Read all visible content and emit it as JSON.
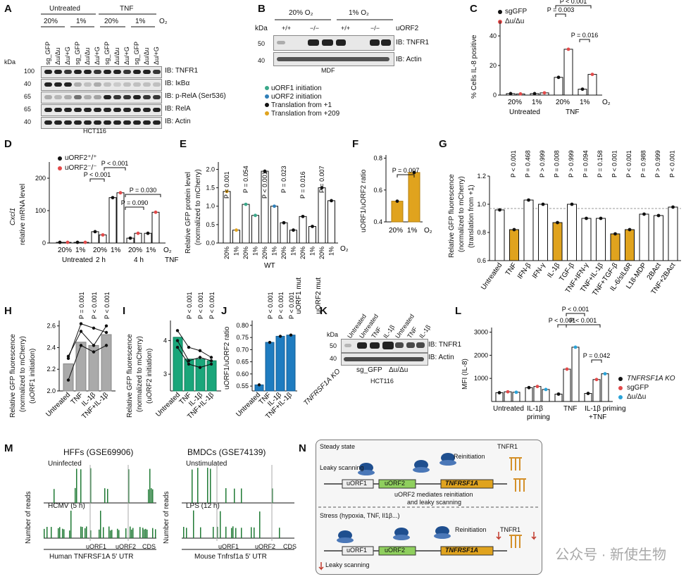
{
  "panelA": {
    "letter": "A",
    "untreated": "Untreated",
    "tnf": "TNF",
    "o2_20": "20%",
    "o2_1": "1%",
    "o2": "O₂",
    "lanes": [
      "sg_GFP",
      "Δu/Δu",
      "Δu/+G",
      "sg_GFP",
      "Δu/Δu",
      "Δu/+G",
      "sg_GFP",
      "Δu/Δu",
      "Δu/+G",
      "sg_GFP",
      "Δu/Δu",
      "Δu/+G"
    ],
    "kda": "kDa",
    "markers": [
      "100",
      "40",
      "65",
      "65",
      "40"
    ],
    "blots": [
      "IB: TNFR1",
      "IB: IκBα",
      "IB: p-RelA (Ser536)",
      "IB: RelA",
      "IB: Actin"
    ],
    "cell": "HCT116"
  },
  "panelB": {
    "letter": "B",
    "o2_20": "20% O₂",
    "o2_1": "1% O₂",
    "uorf": "uORF2",
    "geno": [
      "+/+",
      "−/−",
      "+/+",
      "−/−"
    ],
    "kda": "kDa",
    "markers": [
      "50",
      "40"
    ],
    "blots": [
      "IB: TNFR1",
      "IB: Actin"
    ],
    "cell": "MDF"
  },
  "legendE": {
    "items": [
      {
        "label": "uORF1 initiation",
        "color": "#3aa88a"
      },
      {
        "label": "uORF2 initiation",
        "color": "#2f7fb8"
      },
      {
        "label": "Translation from +1",
        "color": "#111111"
      },
      {
        "label": "Translation from +209",
        "color": "#e0a31e"
      }
    ]
  },
  "panelC": {
    "letter": "C",
    "ylabel": "% Cells IL-8 positive",
    "legend": [
      "sgGFP",
      "Δu/Δu"
    ],
    "yticks": [
      "0",
      "20",
      "40"
    ],
    "p1": "P < 0.001",
    "p2": "P = 0.003",
    "p3": "P = 0.016",
    "x": [
      "20%",
      "1%",
      "20%",
      "1%"
    ],
    "groups": [
      "Untreated",
      "TNF"
    ],
    "o2": "O₂"
  },
  "panelD": {
    "letter": "D",
    "ylabel1": "Cxcl1",
    "ylabel2": "relative mRNA level",
    "legend": [
      "uORF2⁺/⁺",
      "uORF2⁻/⁻"
    ],
    "yticks": [
      "0",
      "100",
      "200"
    ],
    "p1": "P < 0.001",
    "p2": "P < 0.001",
    "p3": "P = 0.030",
    "p4": "P = 0.090",
    "x": [
      "20%",
      "1%",
      "20%",
      "1%",
      "20%",
      "1%"
    ],
    "groups": [
      "Untreated",
      "2 h",
      "4 h"
    ],
    "o2": "O₂",
    "tnf": "TNF"
  },
  "panelE": {
    "letter": "E",
    "ylabel1": "Relative GFP protein level",
    "ylabel2": "(normalized to mCherry)",
    "yticks": [
      "0.0",
      "0.5",
      "1.0",
      "1.5",
      "2.0"
    ],
    "pvals": [
      "P < 0.001",
      "P = 0.054",
      "P < 0.001",
      "P = 0.023",
      "P = 0.016",
      "P = 0.007"
    ],
    "groups": [
      "WT",
      "uORF1 mut",
      "uORF2 mut"
    ],
    "o2": "O₂",
    "x": [
      "20%",
      "1%",
      "20%",
      "1%",
      "20%",
      "1%",
      "20%",
      "1%",
      "20%",
      "1%",
      "20%",
      "1%"
    ]
  },
  "panelF": {
    "letter": "F",
    "ylabel": "uORF1/uORF2 ratio",
    "yticks": [
      "0.4",
      "0.6",
      "0.8"
    ],
    "p": "P = 0.007",
    "x": [
      "20%",
      "1%"
    ],
    "o2": "O₂"
  },
  "panelG": {
    "letter": "G",
    "ylabel1": "Relative GFP fluorescence",
    "ylabel2": "(normalized to mCherry)",
    "ylabel3": "(translation from +1)",
    "yticks": [
      "0.6",
      "0.8",
      "1.0",
      "1.2"
    ],
    "pvals": [
      "P < 0.001",
      "P = 0.468",
      "P > 0.999",
      "P = 0.008",
      "P > 0.999",
      "P = 0.094",
      "P = 0.158",
      "P < 0.001",
      "P < 0.001",
      "P = 0.988",
      "P > 0.999",
      "P < 0.001"
    ],
    "x": [
      "Untreated",
      "TNF",
      "IFN-β",
      "IFN-γ",
      "IL-1β",
      "TGF-β",
      "TNF+IFN-γ",
      "TNF+IL-1β",
      "TNF+TGF-β",
      "IL-6/sIL6R",
      "L18-MDP",
      "2BAct",
      "TNF+2BAct"
    ]
  },
  "panelH": {
    "letter": "H",
    "ylabel1": "Relative GFP fluorescence",
    "ylabel2": "(normalized to mCherry)",
    "ylabel3": "(uORF1 initiation)",
    "yticks": [
      "2.0",
      "2.2",
      "2.4",
      "2.6"
    ],
    "pvals": [
      "P = 0.001",
      "P < 0.001",
      "P < 0.001"
    ],
    "x": [
      "Untreated",
      "TNF",
      "IL-1β",
      "TNF+IL-1β"
    ]
  },
  "panelI": {
    "letter": "I",
    "ylabel1": "Relative GFP fluorescence",
    "ylabel2": "(normalized to mCherry)",
    "ylabel3": "(uORF2 initiation)",
    "yticks": [
      "3",
      "4"
    ],
    "pvals": [
      "P < 0.001",
      "P < 0.001",
      "P < 0.001"
    ],
    "x": [
      "Untreated",
      "TNF",
      "IL-1β",
      "TNF+IL-1β"
    ]
  },
  "panelJ": {
    "letter": "J",
    "ylabel": "uORF1/uORF2 ratio",
    "yticks": [
      "0.55",
      "0.60",
      "0.65",
      "0.70",
      "0.75",
      "0.80"
    ],
    "pvals": [
      "P < 0.001",
      "P < 0.001",
      "P < 0.001"
    ],
    "x": [
      "Untreated",
      "TNF",
      "IL-1β",
      "TNF+IL-1β"
    ]
  },
  "panelK": {
    "letter": "K",
    "lanes": [
      "Untreated",
      "Untreated",
      "TNF",
      "IL-1β",
      "Untreated",
      "TNF",
      "IL-1β"
    ],
    "kda": "kDa",
    "markers": [
      "50",
      "40"
    ],
    "blots": [
      "IB: TNFR1",
      "IB: Actin"
    ],
    "geno": [
      "TNFRSF1A KO",
      "sg_GFP",
      "Δu/Δu"
    ],
    "cell": "HCT116"
  },
  "panelL": {
    "letter": "L",
    "ylabel": "MFI (IL-8)",
    "yticks": [
      "1000",
      "2000",
      "3000"
    ],
    "p1": "P < 0.001",
    "p2": "P < 0.001",
    "p3": "P < 0.001",
    "p4": "P = 0.042",
    "legend": [
      "TNFRSF1A KO",
      "sgGFP",
      "Δu/Δu"
    ],
    "x": [
      "Untreated",
      "IL-1β priming",
      "TNF",
      "IL-1β priming +TNF"
    ]
  },
  "panelM": {
    "letter": "M",
    "title1": "HFFs (GSE69906)",
    "title2": "BMDCs (GSE74139)",
    "ylabel": "Number of reads",
    "cond1a": "Uninfected",
    "cond1b": "HCMV (5 h)",
    "cond2a": "Unstimulated",
    "cond2b": "LPS (12 h)",
    "labels": [
      "uORF1",
      "uORF2",
      "CDS"
    ],
    "foot1": "Human TNFRSF1A 5′ UTR",
    "foot2": "Mouse Tnfrsf1a 5′ UTR"
  },
  "panelN": {
    "letter": "N",
    "steady": "Steady state",
    "stress": "Stress (hypoxia, TNF, Il1β...)",
    "leaky": "Leaky scanning",
    "reinit": "Reinitiation",
    "tnfr1": "TNFR1",
    "uorf1": "uORF1",
    "uorf2": "uORF2",
    "gene": "TNFRSF1A",
    "mediates1": "uORF2 mediates reinitiation",
    "mediates2": "and leaky scanning"
  },
  "watermark": "公众号 · 新使生物"
}
